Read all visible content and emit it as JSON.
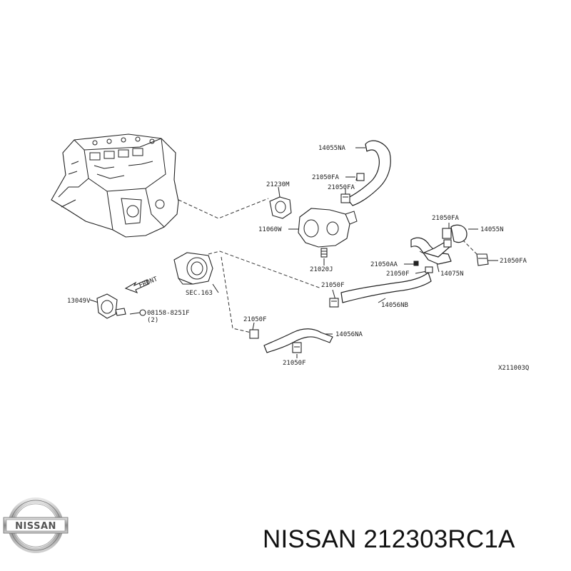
{
  "part_labels": {
    "p14055NA": "14055NA",
    "p21050FA_a": "21050FA",
    "p21050FA_b": "21050FA",
    "p21230M": "21230M",
    "p11060W": "11060W",
    "p21020J": "21020J",
    "p21050FA_c": "21050FA",
    "p14055N": "14055N",
    "p21050FA_d": "21050FA",
    "p21050AA": "21050AA",
    "p21050F_a": "21050F",
    "p14075N": "14075N",
    "p21050F_b": "21050F",
    "p14056NB": "14056NB",
    "sec163": "SEC.163",
    "p13049V": "13049V",
    "p08158": "08158-8251F",
    "qty2": "(2)",
    "p21050F_c": "21050F",
    "p14056NA": "14056NA",
    "p21050F_d": "21050F",
    "front": "FRONT"
  },
  "diagram_code": "X211003Q",
  "brand_logo_text": "NISSAN",
  "footer_title": "NISSAN 212303RC1A"
}
